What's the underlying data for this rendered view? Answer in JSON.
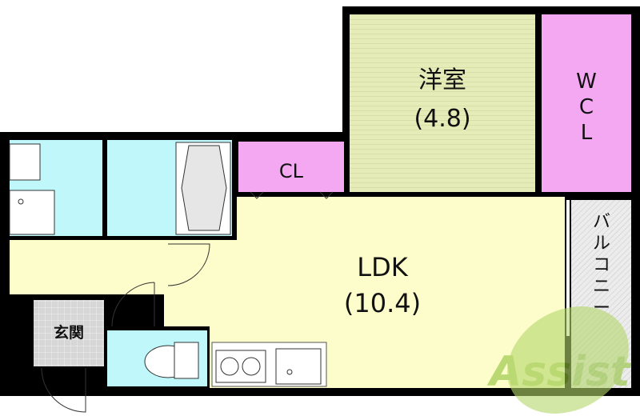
{
  "rooms": {
    "western_room": {
      "name": "洋室",
      "size": "(4.8)"
    },
    "wcl": {
      "name_lines": [
        "W",
        "C",
        "L"
      ]
    },
    "closet": {
      "name": "CL"
    },
    "ldk": {
      "name": "LDK",
      "size": "(10.4)"
    },
    "entrance": {
      "name": "玄関"
    },
    "balcony": {
      "name_chars": [
        "バ",
        "ル",
        "コ",
        "ニ",
        "ー"
      ]
    }
  },
  "watermark": {
    "text": "Assist"
  },
  "colors": {
    "wall": "#000000",
    "western_room": "#e6ecb8",
    "wcl": "#f5a8f2",
    "closet": "#f5a8f2",
    "ldk": "#fdfccb",
    "wet_area": "#bff7fb",
    "entrance": "#d4d4d4",
    "balcony": "#e8e8e8",
    "watermark": "#9ccc3c"
  }
}
